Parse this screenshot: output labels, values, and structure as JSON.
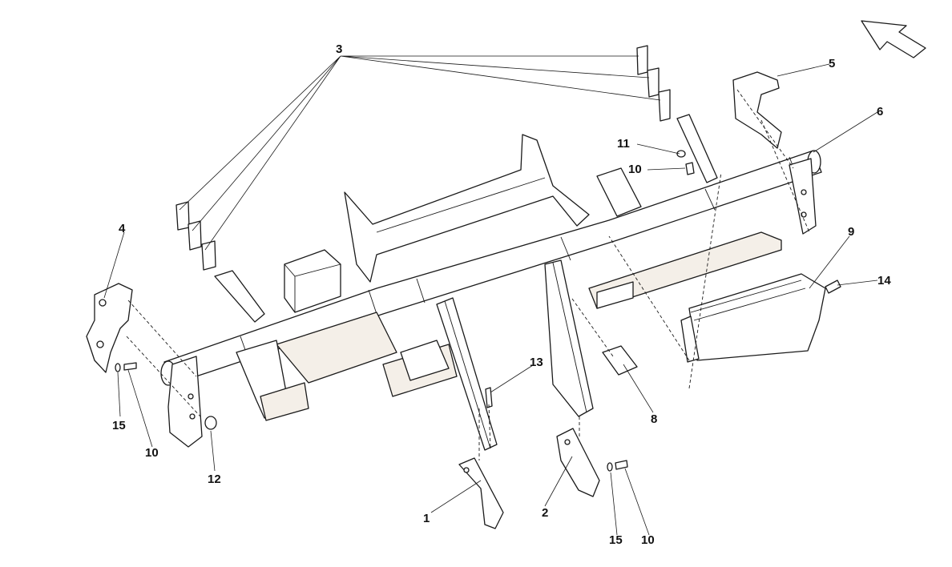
{
  "callouts": [
    {
      "id": "c1",
      "label": "1"
    },
    {
      "id": "c2",
      "label": "2"
    },
    {
      "id": "c3",
      "label": "3"
    },
    {
      "id": "c4",
      "label": "4"
    },
    {
      "id": "c5",
      "label": "5"
    },
    {
      "id": "c6",
      "label": "6"
    },
    {
      "id": "c8",
      "label": "8"
    },
    {
      "id": "c9",
      "label": "9"
    },
    {
      "id": "c10a",
      "label": "10"
    },
    {
      "id": "c10b",
      "label": "10"
    },
    {
      "id": "c10c",
      "label": "10"
    },
    {
      "id": "c11",
      "label": "11"
    },
    {
      "id": "c12",
      "label": "12"
    },
    {
      "id": "c13",
      "label": "13"
    },
    {
      "id": "c14",
      "label": "14"
    },
    {
      "id": "c15a",
      "label": "15"
    },
    {
      "id": "c15b",
      "label": "15"
    }
  ],
  "direction_arrow": {
    "icon": "direction-arrow-icon"
  },
  "colors": {
    "line": "#1a1a1a",
    "part_fill": "#ffffff",
    "part_shade": "#f4efe8"
  }
}
